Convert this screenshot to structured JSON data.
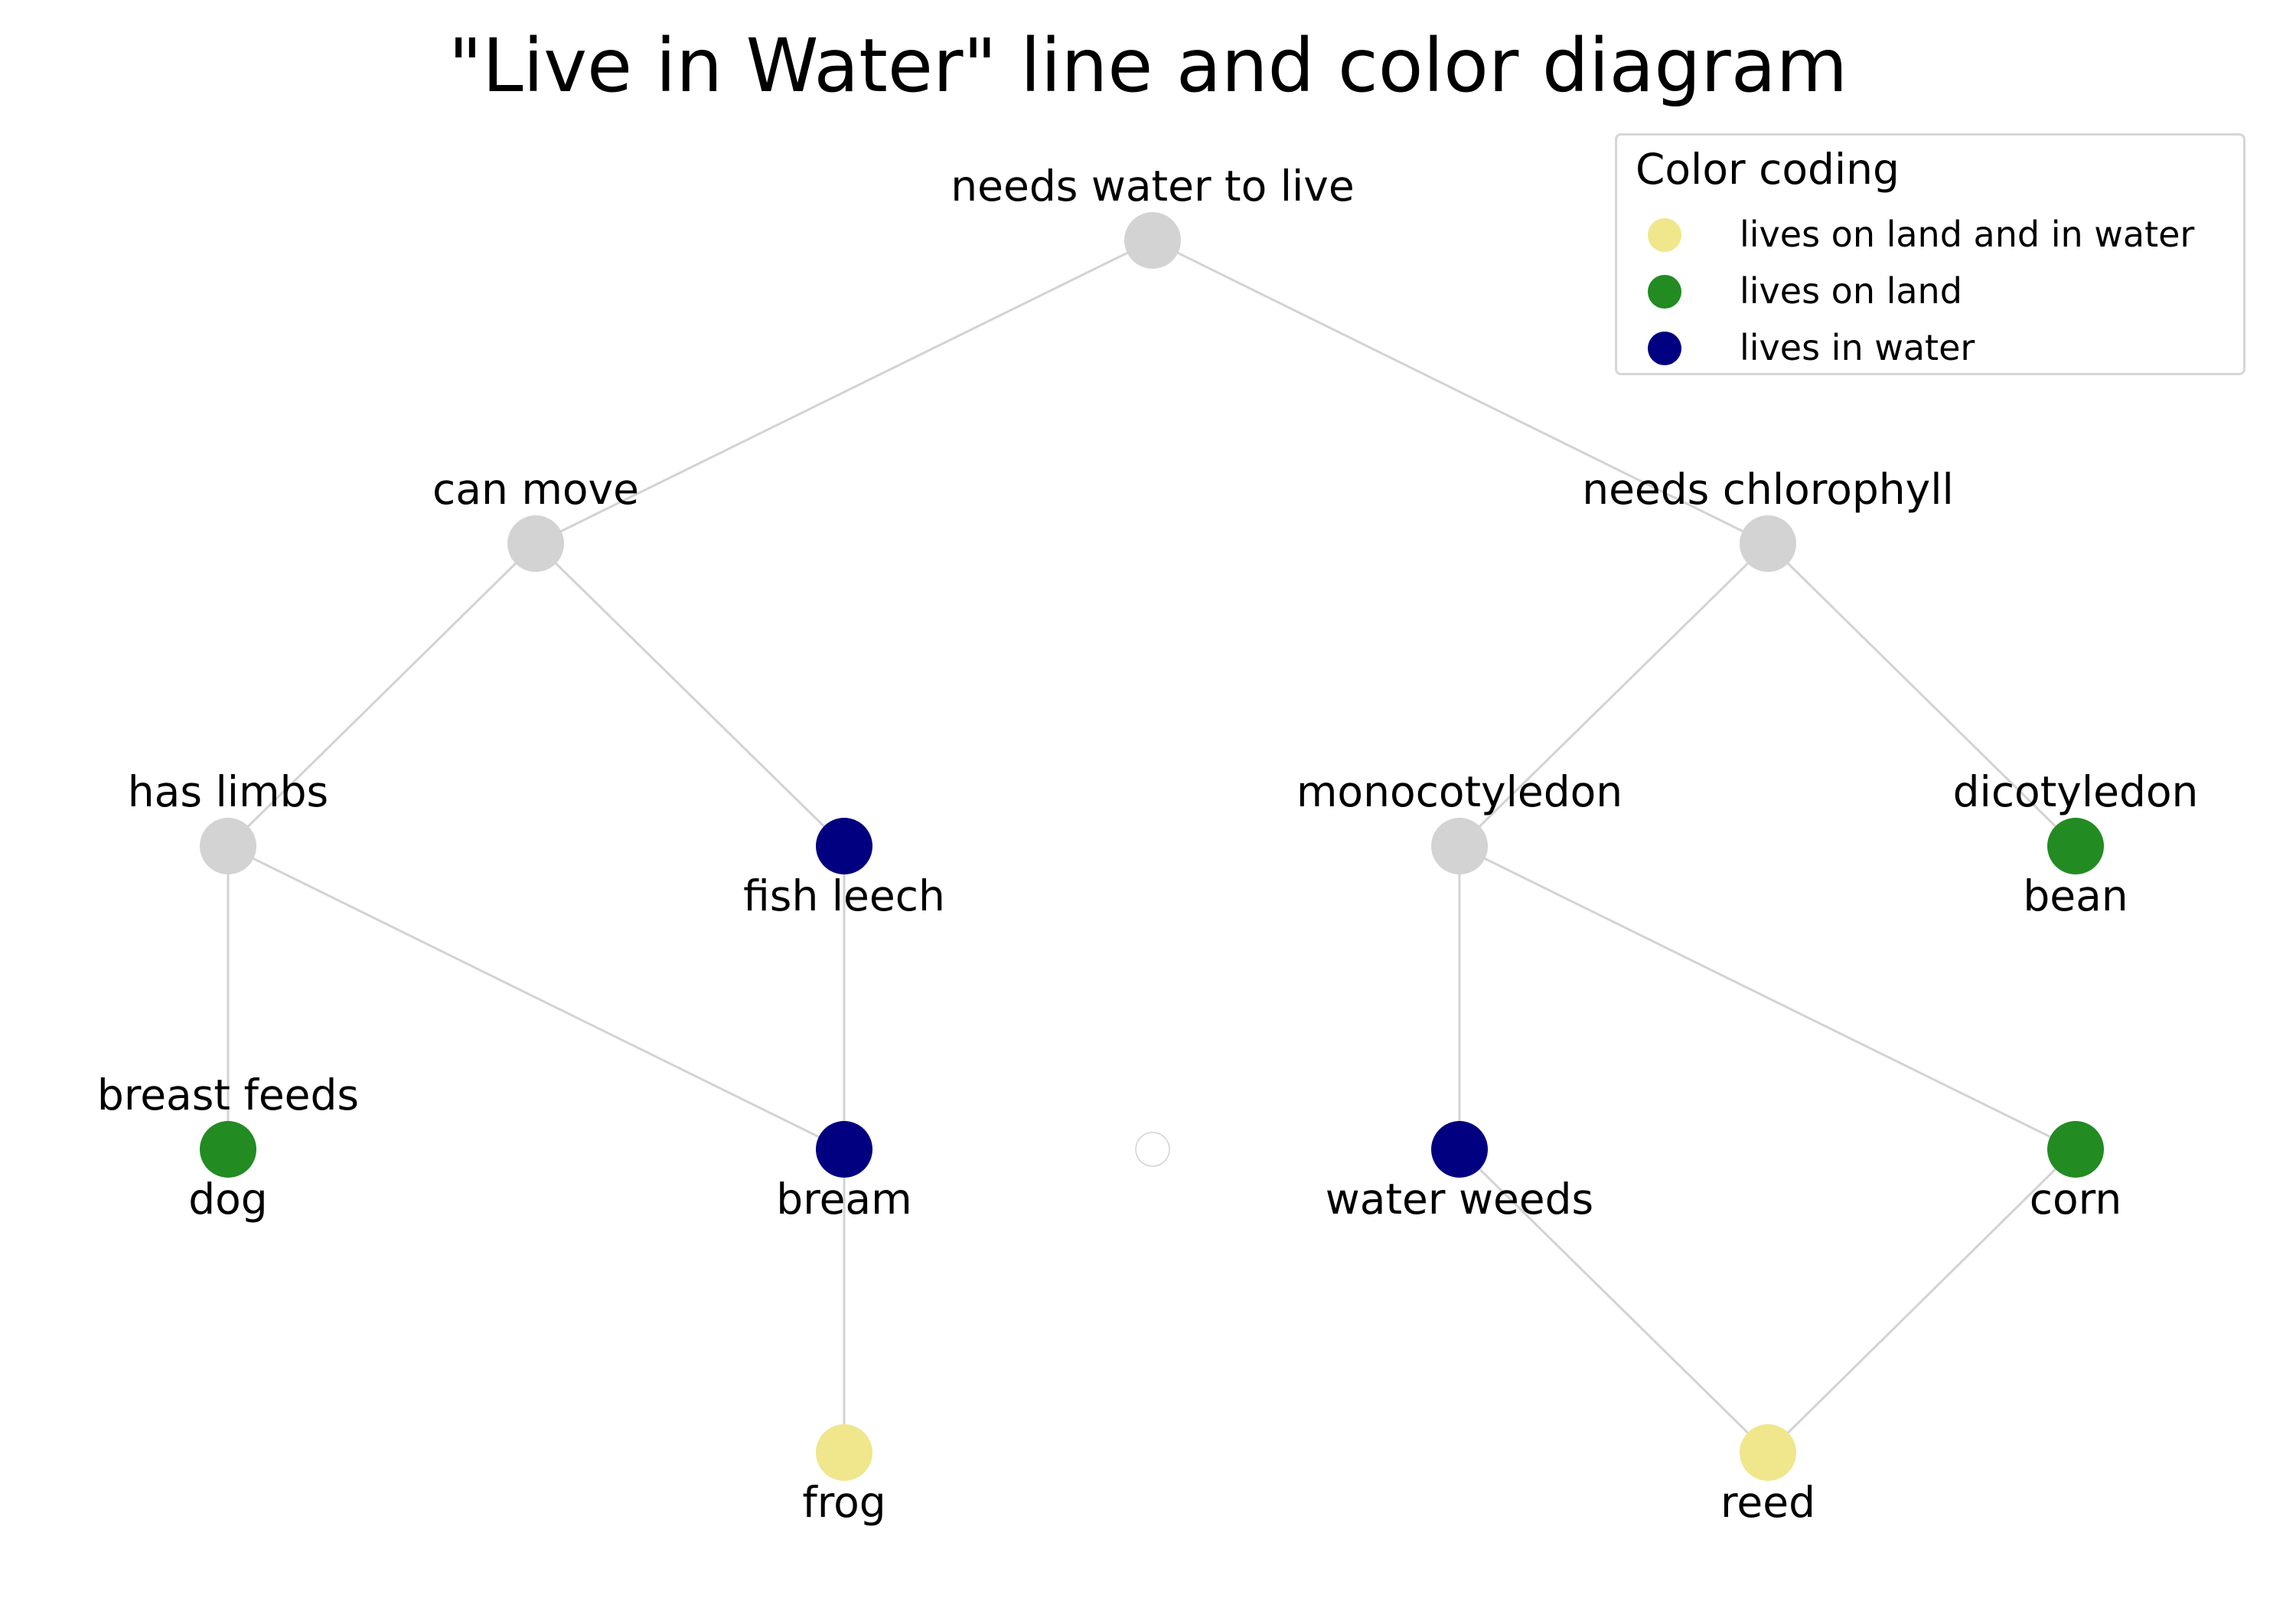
{
  "title": "\"Live in Water\" line and color diagram",
  "colors": {
    "node_default": "#d3d3d3",
    "lives_on_land_and_in_water": "#f0e68c",
    "lives_on_land": "#228b22",
    "lives_in_water": "#000080",
    "edge": "#d3d3d3"
  },
  "legend": {
    "title": "Color coding",
    "items": [
      {
        "label": "lives on land and in water",
        "color": "#f0e68c"
      },
      {
        "label": "lives on land",
        "color": "#228b22"
      },
      {
        "label": "lives in water",
        "color": "#000080"
      }
    ]
  },
  "nodes": [
    {
      "id": "needs_water",
      "above": "needs water to live",
      "below": "",
      "color": "#d3d3d3"
    },
    {
      "id": "can_move",
      "above": "can move",
      "below": "",
      "color": "#d3d3d3"
    },
    {
      "id": "needs_chlorophyll",
      "above": "needs chlorophyll",
      "below": "",
      "color": "#d3d3d3"
    },
    {
      "id": "has_limbs",
      "above": "has limbs",
      "below": "",
      "color": "#d3d3d3"
    },
    {
      "id": "fish_leech",
      "above": "",
      "below": "fish leech",
      "color": "#000080"
    },
    {
      "id": "monocotyledon",
      "above": "monocotyledon",
      "below": "",
      "color": "#d3d3d3"
    },
    {
      "id": "bean",
      "above": "dicotyledon",
      "below": "bean",
      "color": "#228b22"
    },
    {
      "id": "dog",
      "above": "breast feeds",
      "below": "dog",
      "color": "#228b22"
    },
    {
      "id": "bream",
      "above": "",
      "below": "bream",
      "color": "#000080"
    },
    {
      "id": "empty",
      "above": "",
      "below": "",
      "color": "#ffffff"
    },
    {
      "id": "water_weeds",
      "above": "",
      "below": "water weeds",
      "color": "#000080"
    },
    {
      "id": "corn",
      "above": "",
      "below": "corn",
      "color": "#228b22"
    },
    {
      "id": "frog",
      "above": "",
      "below": "frog",
      "color": "#f0e68c"
    },
    {
      "id": "reed",
      "above": "",
      "below": "reed",
      "color": "#f0e68c"
    }
  ],
  "edges": [
    [
      "needs_water",
      "can_move"
    ],
    [
      "needs_water",
      "needs_chlorophyll"
    ],
    [
      "can_move",
      "has_limbs"
    ],
    [
      "can_move",
      "fish_leech"
    ],
    [
      "needs_chlorophyll",
      "monocotyledon"
    ],
    [
      "needs_chlorophyll",
      "bean"
    ],
    [
      "has_limbs",
      "dog"
    ],
    [
      "has_limbs",
      "bream"
    ],
    [
      "fish_leech",
      "bream"
    ],
    [
      "bream",
      "frog"
    ],
    [
      "monocotyledon",
      "water_weeds"
    ],
    [
      "monocotyledon",
      "corn"
    ],
    [
      "water_weeds",
      "reed"
    ],
    [
      "corn",
      "reed"
    ]
  ]
}
